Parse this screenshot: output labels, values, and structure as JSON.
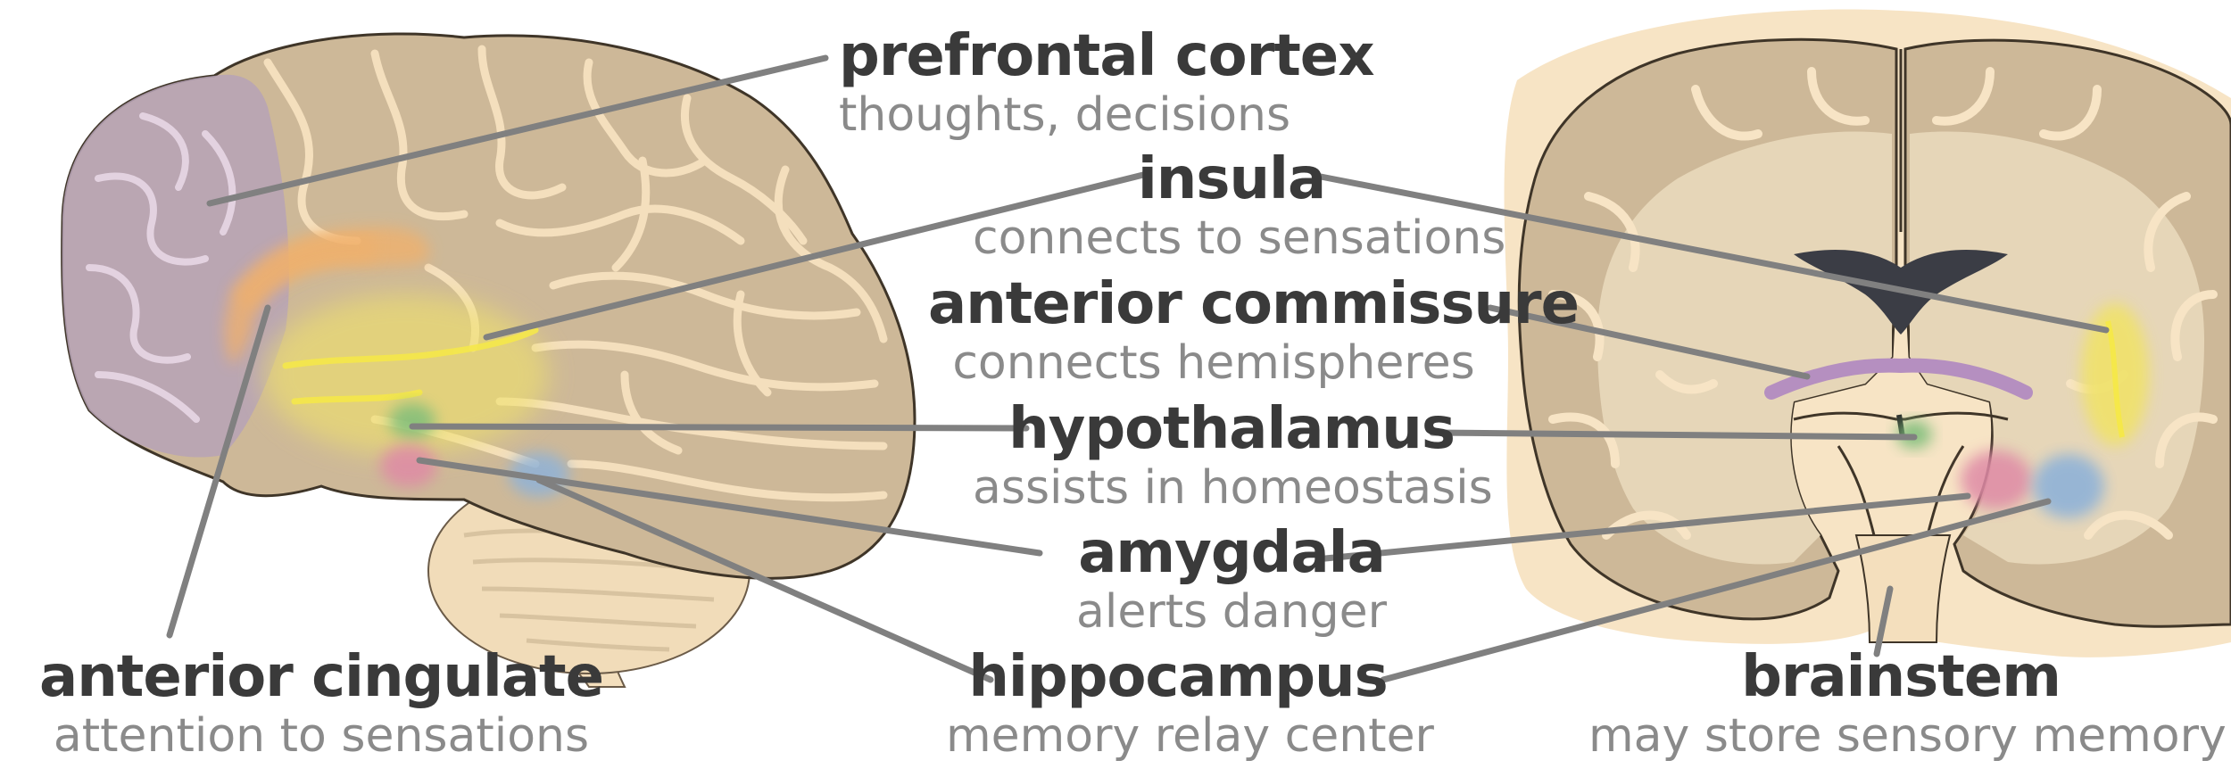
{
  "labels": {
    "prefrontal_cortex": {
      "title": "prefrontal cortex",
      "desc": "thoughts, decisions"
    },
    "insula": {
      "title": "insula",
      "desc": "connects to sensations"
    },
    "anterior_commissure": {
      "title": "anterior commissure",
      "desc": "connects hemispheres"
    },
    "hypothalamus": {
      "title": "hypothalamus",
      "desc": "assists in homeostasis"
    },
    "amygdala": {
      "title": "amygdala",
      "desc": "alerts danger"
    },
    "hippocampus": {
      "title": "hippocampus",
      "desc": "memory relay center"
    },
    "anterior_cingulate": {
      "title": "anterior cingulate",
      "desc": "attention to sensations"
    },
    "brainstem": {
      "title": "brainstem",
      "desc": "may store sensory memory"
    }
  },
  "colors": {
    "cortex_tan": "#cdb898",
    "sulci_light": "#f4dfbd",
    "background_cream": "#f7e4c5",
    "white_matter": "#e0d0b2",
    "prefrontal": "#b6a2b6",
    "cingulate": "#f1b06a",
    "insula": "#f0e26a",
    "commissure": "#b58fc0",
    "hypothalamus": "#7fbe7a",
    "amygdala": "#df8aa6",
    "hippocampus": "#8fb2d8",
    "leader_line": "#808080",
    "title_text": "#3a3a3a",
    "desc_text": "#8a8a8a"
  }
}
